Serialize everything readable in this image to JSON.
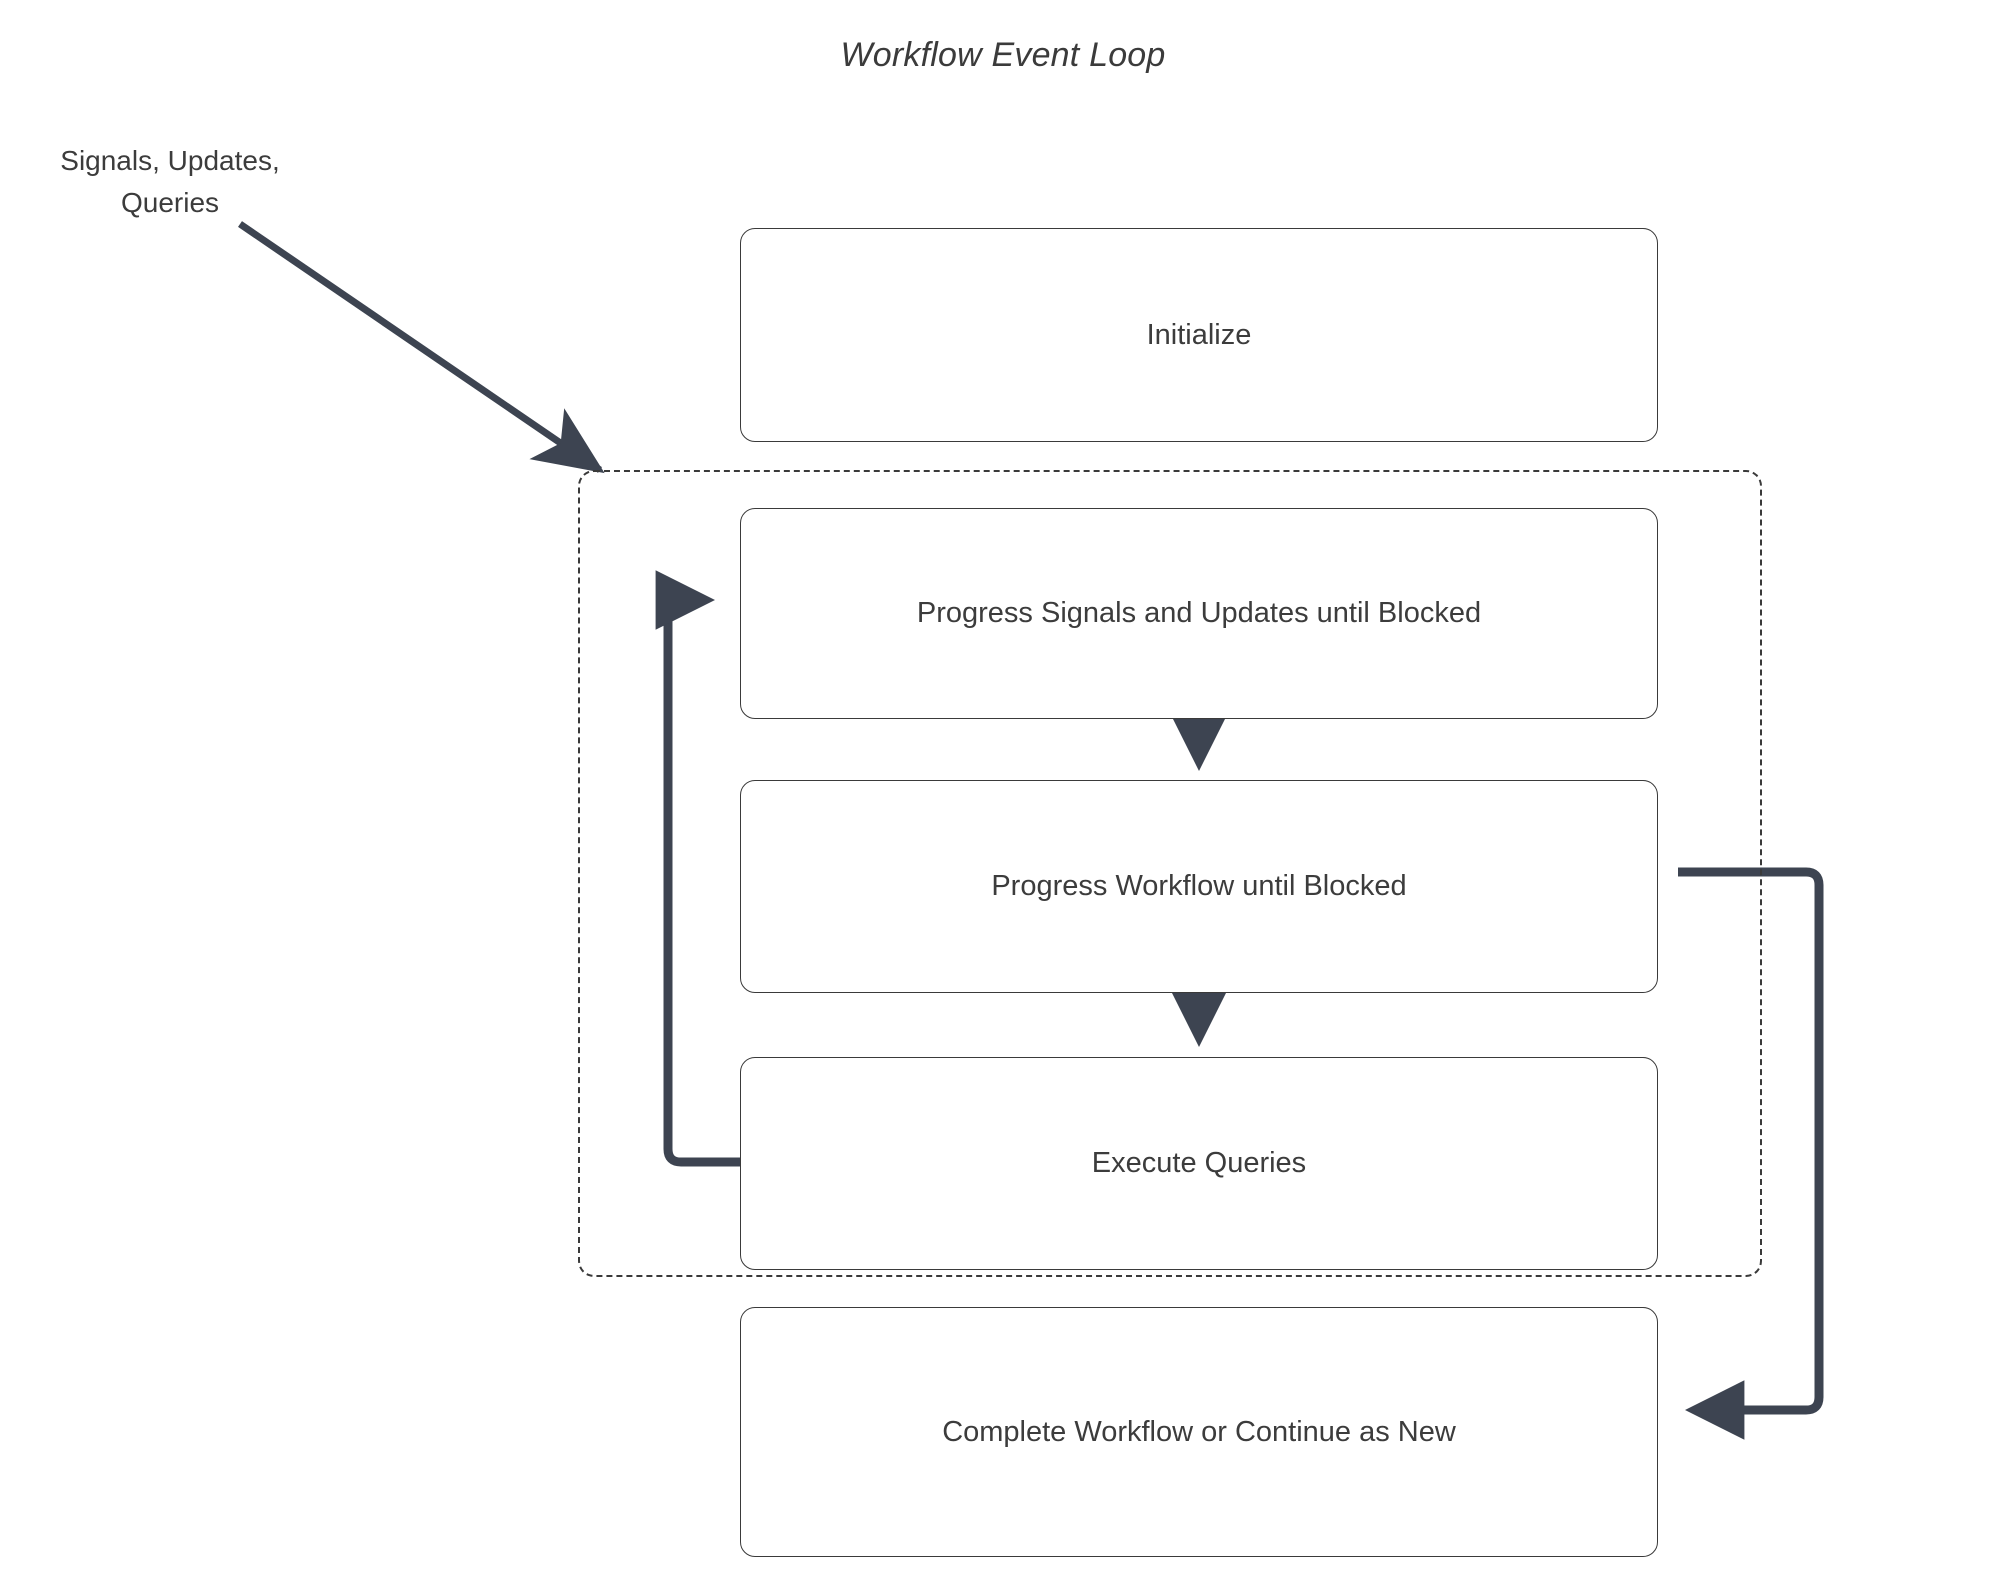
{
  "diagram": {
    "title": "Workflow Event Loop",
    "background_color": "#ffffff",
    "node_border_color": "#3a3a3a",
    "node_text_color": "#3c3c3c",
    "connector_color": "#3d4451",
    "container_border_style": "dashed"
  },
  "input_label": {
    "text": "Signals, Updates,\nQueries"
  },
  "nodes": {
    "initialize": {
      "label": "Initialize"
    },
    "progress_signals": {
      "label": "Progress Signals and Updates until Blocked"
    },
    "progress_workflow": {
      "label": "Progress Workflow until Blocked"
    },
    "execute_queries": {
      "label": "Execute Queries"
    },
    "complete": {
      "label": "Complete Workflow or Continue as New"
    }
  },
  "connectors": [
    {
      "name": "input-to-loop",
      "from": "Signals, Updates, Queries",
      "to": "Event Loop"
    },
    {
      "name": "signals-to-workflow",
      "from": "Progress Signals and Updates until Blocked",
      "to": "Progress Workflow until Blocked"
    },
    {
      "name": "workflow-to-queries",
      "from": "Progress Workflow until Blocked",
      "to": "Execute Queries"
    },
    {
      "name": "queries-loop-back",
      "from": "Execute Queries",
      "to": "Progress Signals and Updates until Blocked"
    },
    {
      "name": "loop-to-complete",
      "from": "Progress Workflow until Blocked",
      "to": "Complete Workflow or Continue as New"
    }
  ]
}
